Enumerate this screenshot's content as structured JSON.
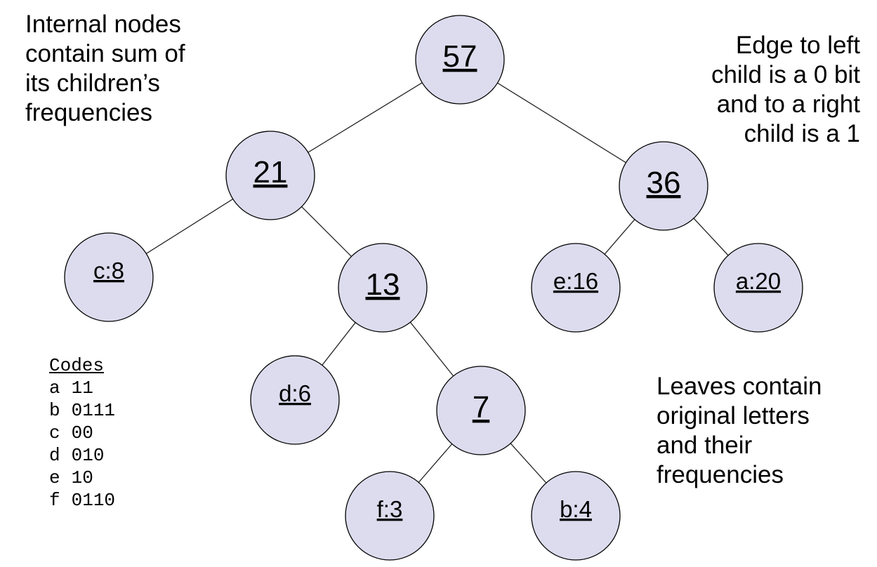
{
  "notes": {
    "internal": "Internal nodes\ncontain sum of\nits children’s\nfrequencies",
    "edges": "Edge to left\nchild is a 0 bit\nand to a right\nchild is a 1",
    "leaves": "Leaves contain\noriginal letters\nand their\nfrequencies"
  },
  "codes": {
    "title": "Codes",
    "rows": [
      {
        "letter": "a",
        "code": "11"
      },
      {
        "letter": "b",
        "code": "0111"
      },
      {
        "letter": "c",
        "code": "00"
      },
      {
        "letter": "d",
        "code": "010"
      },
      {
        "letter": "e",
        "code": "10"
      },
      {
        "letter": "f",
        "code": "0110"
      }
    ]
  },
  "tree": {
    "node_fill": "#dcdcee",
    "node_stroke": "#000000",
    "nodes": [
      {
        "id": "n57",
        "label": "57",
        "kind": "internal"
      },
      {
        "id": "n21",
        "label": "21",
        "kind": "internal"
      },
      {
        "id": "n36",
        "label": "36",
        "kind": "internal"
      },
      {
        "id": "c8",
        "label": "c:8",
        "kind": "leaf"
      },
      {
        "id": "n13",
        "label": "13",
        "kind": "internal"
      },
      {
        "id": "e16",
        "label": "e:16",
        "kind": "leaf"
      },
      {
        "id": "a20",
        "label": "a:20",
        "kind": "leaf"
      },
      {
        "id": "d6",
        "label": "d:6",
        "kind": "leaf"
      },
      {
        "id": "n7",
        "label": "7",
        "kind": "internal"
      },
      {
        "id": "f3",
        "label": "f:3",
        "kind": "leaf"
      },
      {
        "id": "b4",
        "label": "b:4",
        "kind": "leaf"
      }
    ],
    "edges": [
      {
        "from": "n57",
        "to": "n21"
      },
      {
        "from": "n57",
        "to": "n36"
      },
      {
        "from": "n21",
        "to": "c8"
      },
      {
        "from": "n21",
        "to": "n13"
      },
      {
        "from": "n36",
        "to": "e16"
      },
      {
        "from": "n36",
        "to": "a20"
      },
      {
        "from": "n13",
        "to": "d6"
      },
      {
        "from": "n13",
        "to": "n7"
      },
      {
        "from": "n7",
        "to": "f3"
      },
      {
        "from": "n7",
        "to": "b4"
      }
    ]
  }
}
